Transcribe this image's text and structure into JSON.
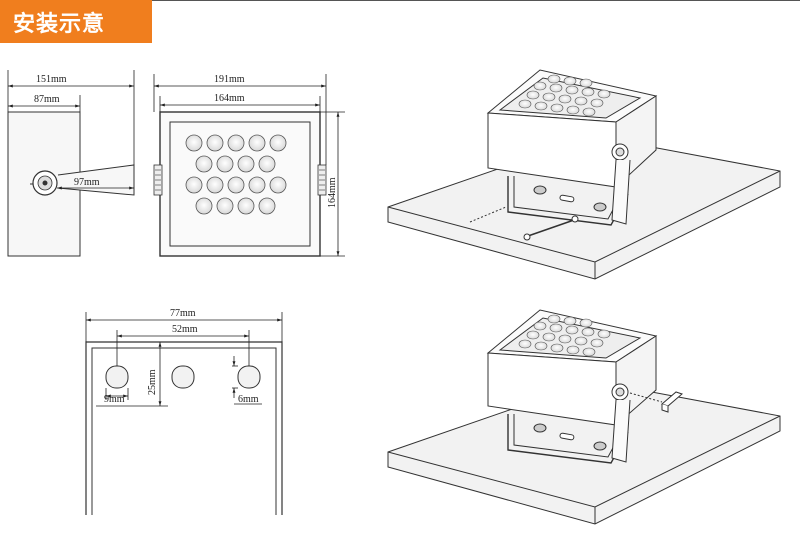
{
  "header": {
    "title": "安装示意"
  },
  "colors": {
    "accent": "#f07e1e",
    "line": "#333333",
    "plate": "#f2f2f2"
  },
  "dimensions": {
    "side_total_width": "151mm",
    "side_inner_width": "87mm",
    "side_arm_length": "97mm",
    "front_total_width": "191mm",
    "front_inner_width": "164mm",
    "front_height": "164mm",
    "bracket_width": "77mm",
    "bracket_hole_span": "52mm",
    "bracket_height": "25mm",
    "bracket_slot_width": "9mm",
    "bracket_slot_height": "6mm"
  }
}
